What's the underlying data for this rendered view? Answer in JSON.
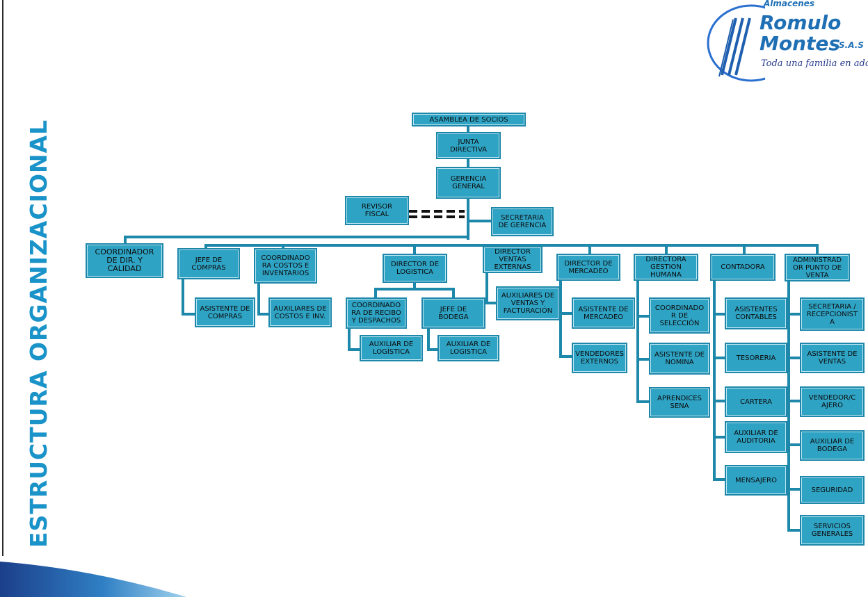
{
  "side_title": "ESTRUCTURA ORGANIZACIONAL",
  "logo": {
    "top_text": "Almacenes",
    "name_line1": "Romulo",
    "name_line2": "Montes",
    "suffix": "S.A.S",
    "tagline": "Toda una familia en adorn"
  },
  "colors": {
    "box_fill": "#2fa3c4",
    "box_border": "#1d88aa",
    "title": "#1a93c9",
    "logo": "#1f6fb5"
  },
  "nodes": {
    "asamblea": "ASAMBLEA DE SOCIOS",
    "junta": "JUNTA\nDIRECTIVA",
    "gerencia": "GERENCIA\nGENERAL",
    "revisor": "REVISOR\nFISCAL",
    "secretaria_gerencia": "SECRETARIA\nDE GERENCIA",
    "coord_dir_calidad": "COORDINADOR\nDE DIR. Y\nCALIDAD",
    "jefe_compras": "JEFE DE\nCOMPRAS",
    "asistente_compras": "ASISTENTE DE\nCOMPRAS",
    "coord_costos": "COORDINADO\nRA COSTOS E\nINVENTARIOS",
    "aux_costos": "AUXILIARES DE\nCOSTOS E INV.",
    "director_logistica": "DIRECTOR DE\nLOGISTICA",
    "coord_recibo": "COORDINADO\nRA DE RECIBO\nY DESPACHOS",
    "aux_logistica_1": "AUXILIAR DE\nLOGÍSTICA",
    "jefe_bodega": "JEFE DE\nBODEGA",
    "aux_logistica_2": "AUXILIAR DE\nLOGISTICA",
    "director_ventas": "DIRECTOR\nVENTAS\nEXTERNAS",
    "aux_ventas": "AUXILIARES DE\nVENTAS Y\nFACTURACIÓN",
    "director_mercadeo": "DIRECTOR DE\nMERCADEO",
    "asistente_mercadeo": "ASISTENTE DE\nMERCADEO",
    "vendedores_externos": "VENDEDORES\nEXTERNOS",
    "directora_gh": "DIRECTORA\nGESTION\nHUMANA",
    "coord_seleccion": "COORDINADO\nR DE\nSELECCIÓN",
    "asistente_nomina": "ASISTENTE DE\nNOMINA",
    "aprendices": "APRENDICES\nSENA",
    "contadora": "CONTADORA",
    "asistentes_contables": "ASISTENTES\nCONTABLES",
    "tesoreria": "TESORERIA",
    "cartera": "CARTERA",
    "aux_auditoria": "AUXILIAR DE\nAUDITORIA",
    "mensajero": "MENSAJERO",
    "admin_punto": "ADMINISTRAD\nOR PUNTO DE\nVENTA",
    "secretaria_recep": "SECRETARIA /\nRECEPCIONIST\nA",
    "asistente_ventas": "ASISTENTE DE\nVENTAS",
    "vendedor_cajero": "VENDEDOR/C\nAJERO",
    "aux_bodega": "AUXILIAR DE\nBODEGA",
    "seguridad": "SEGURIDAD",
    "servicios_generales": "SERVICIOS\nGENERALES"
  }
}
